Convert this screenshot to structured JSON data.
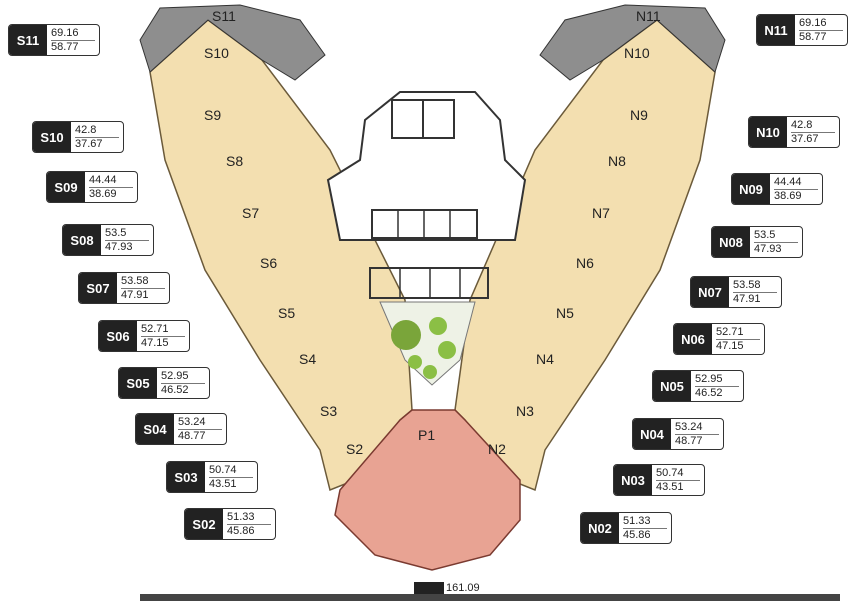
{
  "south_units": [
    {
      "code": "S11",
      "a1": "69.16",
      "a2": "58.77"
    },
    {
      "code": "S10",
      "a1": "42.8",
      "a2": "37.67"
    },
    {
      "code": "S09",
      "a1": "44.44",
      "a2": "38.69"
    },
    {
      "code": "S08",
      "a1": "53.5",
      "a2": "47.93"
    },
    {
      "code": "S07",
      "a1": "53.58",
      "a2": "47.91"
    },
    {
      "code": "S06",
      "a1": "52.71",
      "a2": "47.15"
    },
    {
      "code": "S05",
      "a1": "52.95",
      "a2": "46.52"
    },
    {
      "code": "S04",
      "a1": "53.24",
      "a2": "48.77"
    },
    {
      "code": "S03",
      "a1": "50.74",
      "a2": "43.51"
    },
    {
      "code": "S02",
      "a1": "51.33",
      "a2": "45.86"
    }
  ],
  "north_units": [
    {
      "code": "N11",
      "a1": "69.16",
      "a2": "58.77"
    },
    {
      "code": "N10",
      "a1": "42.8",
      "a2": "37.67"
    },
    {
      "code": "N09",
      "a1": "44.44",
      "a2": "38.69"
    },
    {
      "code": "N08",
      "a1": "53.5",
      "a2": "47.93"
    },
    {
      "code": "N07",
      "a1": "53.58",
      "a2": "47.91"
    },
    {
      "code": "N06",
      "a1": "52.71",
      "a2": "47.15"
    },
    {
      "code": "N05",
      "a1": "52.95",
      "a2": "46.52"
    },
    {
      "code": "N04",
      "a1": "53.24",
      "a2": "48.77"
    },
    {
      "code": "N03",
      "a1": "50.74",
      "a2": "43.51"
    },
    {
      "code": "N02",
      "a1": "51.33",
      "a2": "45.86"
    }
  ],
  "room_labels": {
    "s": [
      "S11",
      "S10",
      "S9",
      "S8",
      "S7",
      "S6",
      "S5",
      "S4",
      "S3",
      "S2"
    ],
    "n": [
      "N11",
      "N10",
      "N9",
      "N8",
      "N7",
      "N6",
      "N5",
      "N4",
      "N3",
      "N2"
    ],
    "p1": "P1"
  },
  "bottom_value": "161.09",
  "colors": {
    "unit_fill": "#f3dfb0",
    "penthouse_fill": "#e8a393",
    "wing_end_fill": "#8e8e8e",
    "core": "#333333"
  }
}
